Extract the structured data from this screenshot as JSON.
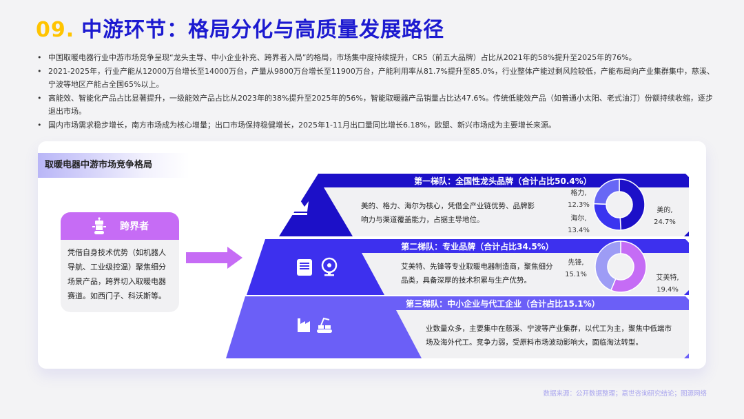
{
  "header": {
    "number": "09.",
    "title": "中游环节：格局分化与高质量发展路径"
  },
  "bullets": [
    "中国取暖电器行业中游市场竞争呈现“龙头主导、中小企业补充、跨界者入局”的格局，市场集中度持续提升，CR5（前五大品牌）占比从2021年的58%提升至2025年的76%。",
    "2021-2025年，行业产能从12000万台增长至14000万台，产量从9800万台增长至11900万台，产能利用率从81.7%提升至85.0%，行业整体产能过剩风险较低，产能布局向产业集群集中，慈溪、宁波等地区产能占全国65%以上。",
    "高能效、智能化产品占比显著提升，一级能效产品占比从2023年的38%提升至2025年的56%，智能取暖器产品销量占比达47.6%。传统低能效产品（如普通小太阳、老式油汀）份额持续收缩，逐步退出市场。",
    "国内市场需求稳步增长，南方市场成为核心增量；出口市场保持稳健增长，2025年1-11月出口量同比增长6.18%，欧盟、新兴市场成为主要增长来源。"
  ],
  "card": {
    "label": "取暖电器中游市场竞争格局"
  },
  "crossover": {
    "title": "跨界者",
    "text": "凭借自身技术优势（如机器人导航、工业级控温）聚焦细分场景产品，跨界切入取暖电器赛道。如西门子、科沃斯等。",
    "icon": "robot-icon"
  },
  "tiers": [
    {
      "title": "第一梯队：全国性龙头品牌（合计占比50.4%）",
      "text": "美的、格力、海尔为核心，凭借全产业链优势、品牌影响力与渠道覆盖能力，占据主导地位。",
      "icons": [
        "crown-icon"
      ],
      "color": "#1c10c8",
      "pie": [
        {
          "name": "美的",
          "value": 24.7,
          "label": "24.7%",
          "color": "#1c10c8"
        },
        {
          "name": "海尔",
          "value": 13.4,
          "label": "13.4%",
          "color": "#3a35f0"
        },
        {
          "name": "格力",
          "value": 12.3,
          "label": "12.3%",
          "color": "#6767f5"
        }
      ]
    },
    {
      "title": "第二梯队：专业品牌（合计占比34.5%）",
      "text": "艾美特、先锋等专业取暖电器制造商，聚焦细分品类，具备深厚的技术积累与生产优势。",
      "icons": [
        "heater-icon",
        "fan-icon"
      ],
      "color": "#3d30ee",
      "pie": [
        {
          "name": "艾美特",
          "value": 19.4,
          "label": "19.4%",
          "color": "#c56cf5"
        },
        {
          "name": "先锋",
          "value": 15.1,
          "label": "15.1%",
          "color": "#9d9cf5"
        }
      ]
    },
    {
      "title": "第三梯队：中小企业与代工企业（合计占比15.1%）",
      "text": "业数量众多，主要集中在慈溪、宁波等产业集群，以代工为主，聚焦中低端市场及海外代工。竞争力弱，受原料市场波动影响大，面临淘汰转型。",
      "icons": [
        "factory-icon",
        "assembly-line-icon"
      ],
      "color": "#6b5ff7"
    }
  ],
  "source": "数据来源：公开数据整理；嘉世咨询研究结论；图源网络"
}
